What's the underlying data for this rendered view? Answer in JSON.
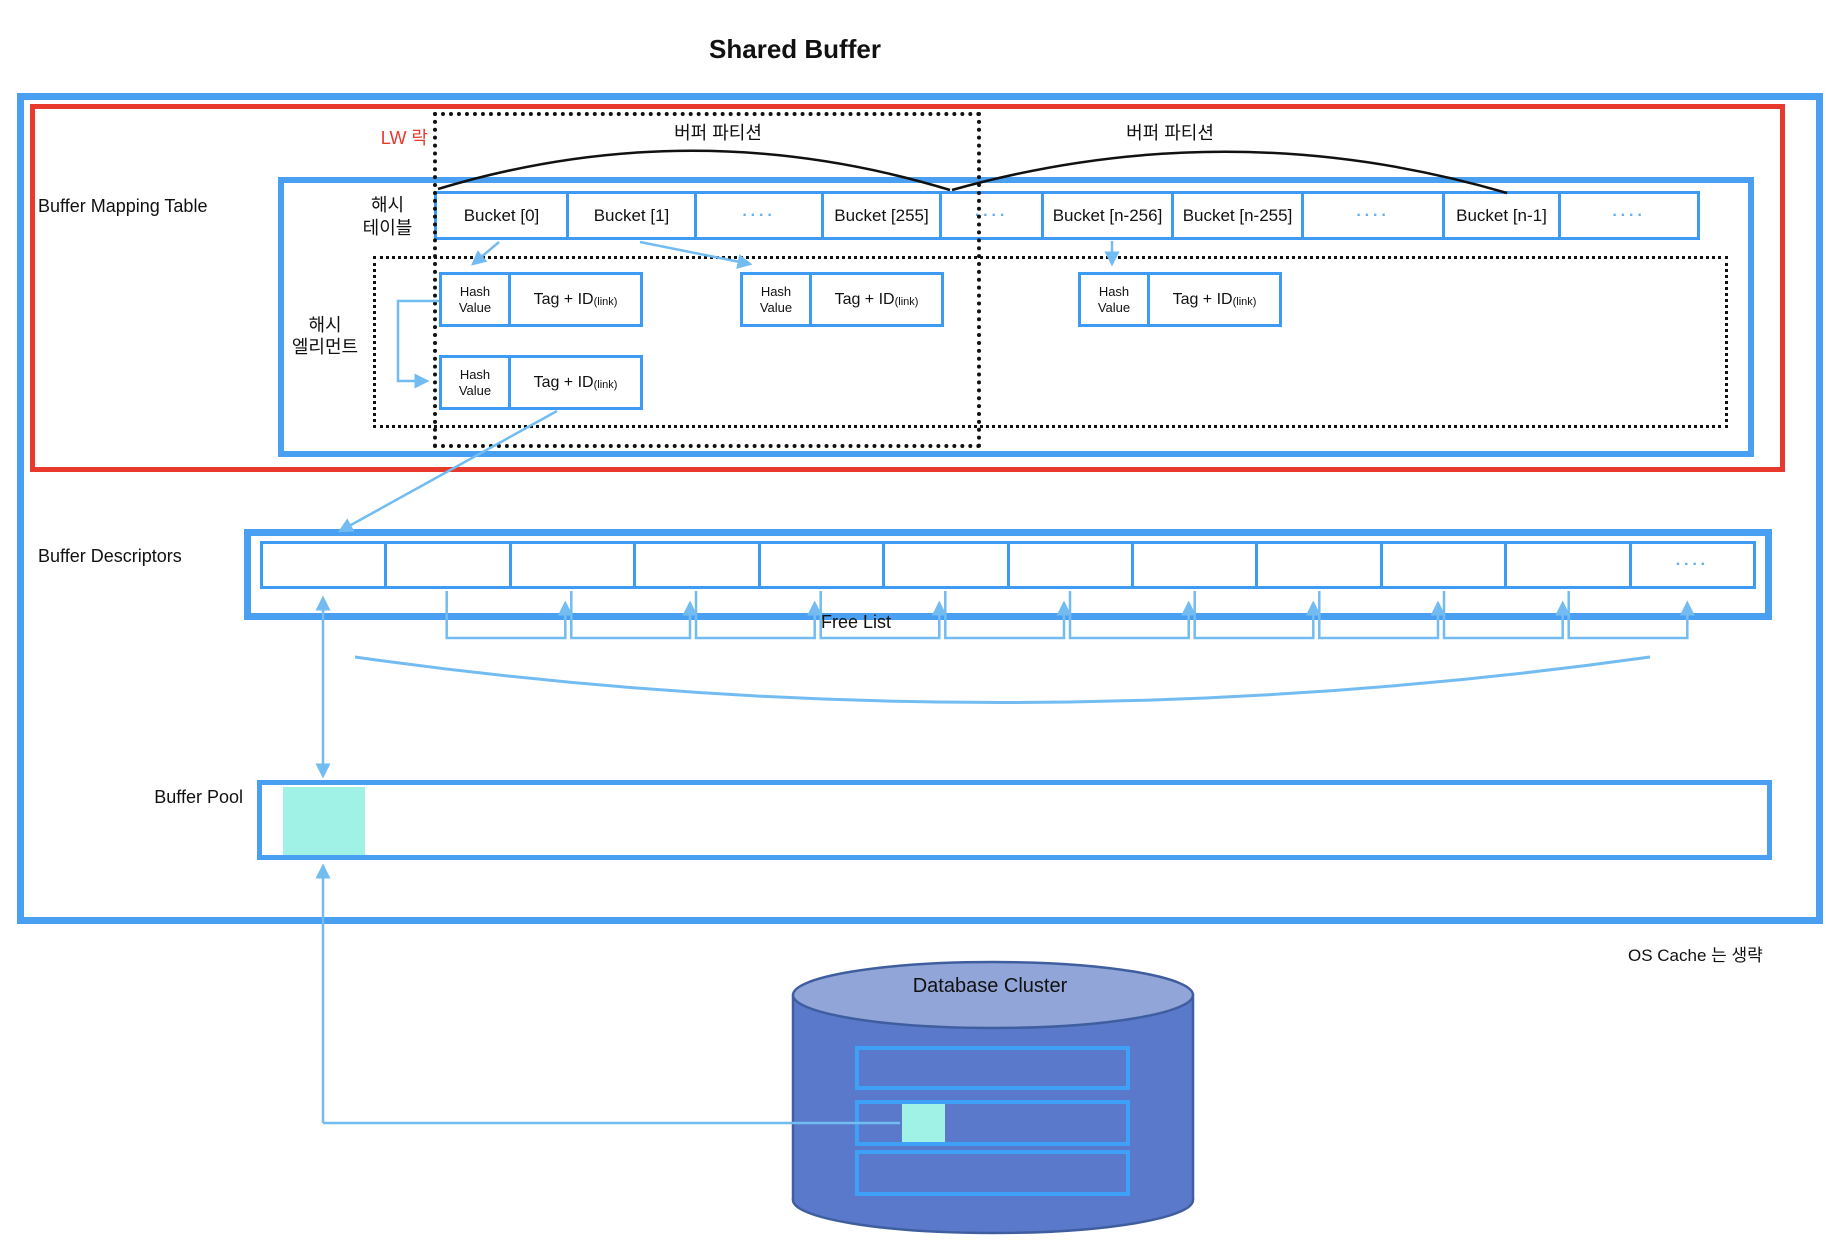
{
  "title": "Shared Buffer",
  "labels": {
    "lw_lock": "LW 락",
    "partition": "버퍼 파티션",
    "bmt": "Buffer Mapping Table",
    "hash_table_line1": "해시",
    "hash_table_line2": "테이블",
    "hash_element_line1": "해시",
    "hash_element_line2": "엘리먼트",
    "buffer_descriptors": "Buffer Descriptors",
    "free_list": "Free List",
    "buffer_pool": "Buffer Pool",
    "os_note": "OS Cache 는 생략",
    "db_title": "Database Cluster"
  },
  "buckets": [
    "Bucket [0]",
    "Bucket [1]",
    "····",
    "Bucket [255]",
    "····",
    "Bucket [n-256]",
    "Bucket [n-255]",
    "····",
    "Bucket [n-1]",
    "····"
  ],
  "hash_element": {
    "value_line1": "Hash",
    "value_line2": "Value",
    "tag": "Tag  +  ID",
    "link": "(link)"
  },
  "dots": "····",
  "colors": {
    "frame_blue": "#49A0F2",
    "cell_blue": "#3E9BF5",
    "arrow_blue": "#72BCF2",
    "lock_red": "#E8392D",
    "highlight_cyan": "#A0F1E6",
    "db_body": "#5B79CB",
    "db_top": "#92A5D8",
    "db_border": "#3F5EA0"
  }
}
